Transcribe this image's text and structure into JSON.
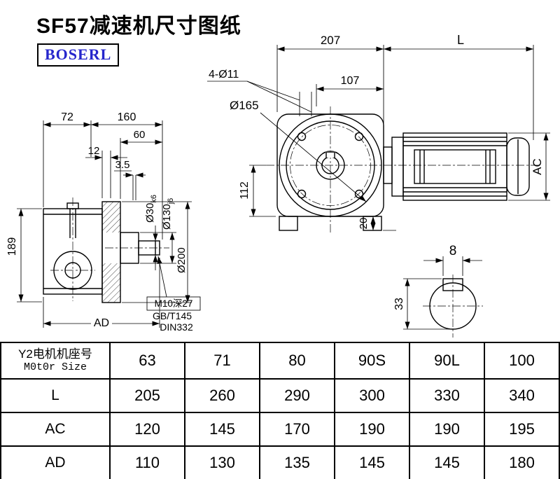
{
  "page": {
    "title": "SF57减速机尺寸图纸",
    "brand": "BOSERL"
  },
  "drawing": {
    "front_view": {
      "dim_width": "207",
      "dim_motor_len": "L",
      "dim_bolt_holes": "4-Ø11",
      "dim_107": "107",
      "dim_flange_dia": "Ø165",
      "dim_112": "112",
      "dim_foot": "20",
      "dim_ac": "AC"
    },
    "side_view": {
      "dim_72": "72",
      "dim_160": "160",
      "dim_60": "60",
      "dim_12": "12",
      "dim_3_5": "3.5",
      "dim_189": "189",
      "shaft_dia": "Ø30",
      "shaft_tol": "k6",
      "spigot_dia": "Ø130",
      "spigot_tol": "j6",
      "flange_od": "Ø200",
      "dim_ad": "AD",
      "note_tap": "M10深27",
      "note_std1": "GB/T145",
      "note_std2": "DIN332"
    },
    "shaft_section": {
      "key_width": "8",
      "dim_33": "33"
    }
  },
  "table": {
    "motor_row": {
      "label_line1": "Y2电机机座号",
      "label_line2": "M0t0r Size",
      "sizes": [
        "63",
        "71",
        "80",
        "90S",
        "90L",
        "100"
      ]
    },
    "rows": [
      {
        "label": "L",
        "values": [
          "205",
          "260",
          "290",
          "300",
          "330",
          "340"
        ]
      },
      {
        "label": "AC",
        "values": [
          "120",
          "145",
          "170",
          "190",
          "190",
          "195"
        ]
      },
      {
        "label": "AD",
        "values": [
          "110",
          "130",
          "135",
          "145",
          "145",
          "180"
        ]
      }
    ]
  }
}
